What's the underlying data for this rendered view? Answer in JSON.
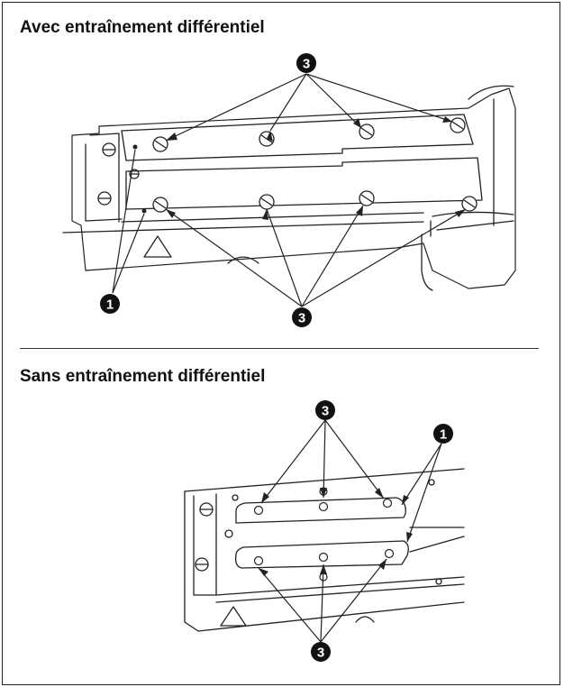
{
  "sections": [
    {
      "title": "Avec entraînement différentiel"
    },
    {
      "title": "Sans entraînement différentiel"
    }
  ],
  "callouts": {
    "one": "1",
    "three": "3"
  }
}
